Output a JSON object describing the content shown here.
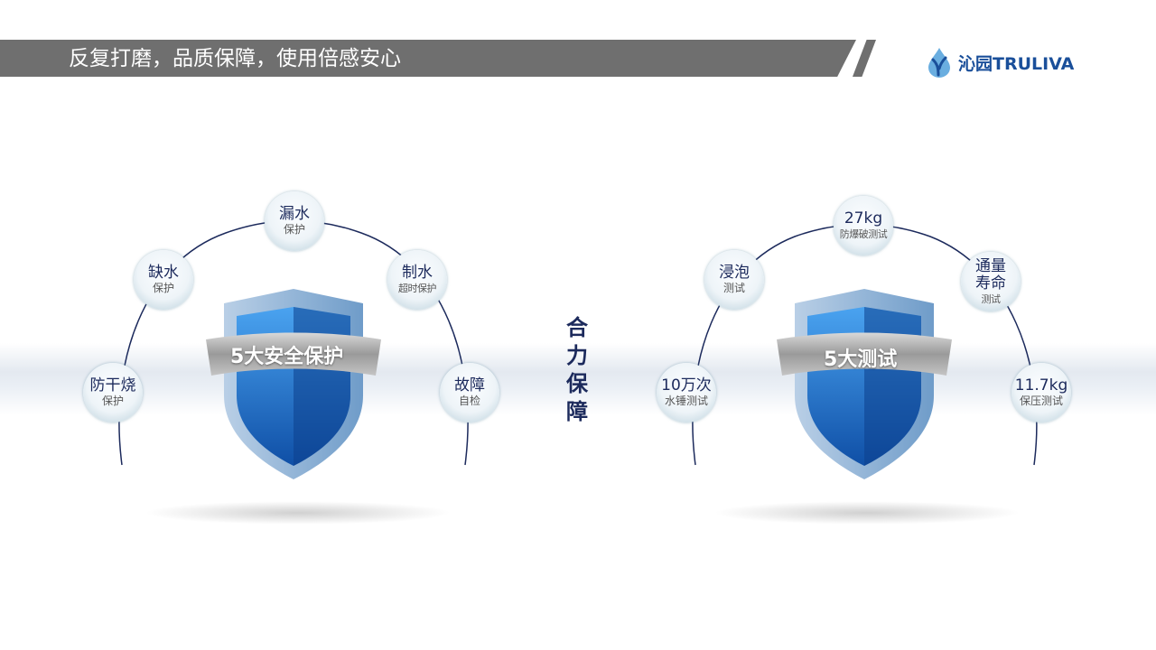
{
  "header": {
    "title": "反复打磨，品质保障，使用倍感安心",
    "logo_text": "沁园TRULIVA"
  },
  "center_title": [
    "合",
    "力",
    "保",
    "障"
  ],
  "left_group": {
    "ribbon": "5大安全保护",
    "items": [
      {
        "main": "漏水",
        "sub": "保护"
      },
      {
        "main": "缺水",
        "sub": "保护"
      },
      {
        "main": "制水",
        "sub": "超时保护"
      },
      {
        "main": "防干烧",
        "sub": "保护"
      },
      {
        "main": "故障",
        "sub": "自检"
      }
    ]
  },
  "right_group": {
    "ribbon": "5大测试",
    "items": [
      {
        "main": "27kg",
        "sub": "防爆破测试"
      },
      {
        "main": "浸泡",
        "sub": "测试"
      },
      {
        "main": "通量寿命",
        "sub": "测试"
      },
      {
        "main": "10万次",
        "sub": "水锤测试"
      },
      {
        "main": "11.7kg",
        "sub": "保压测试"
      }
    ]
  },
  "colors": {
    "banner": "#6f6f6f",
    "navy": "#1c2a5c",
    "shield_blue": "#1f6fc9"
  }
}
